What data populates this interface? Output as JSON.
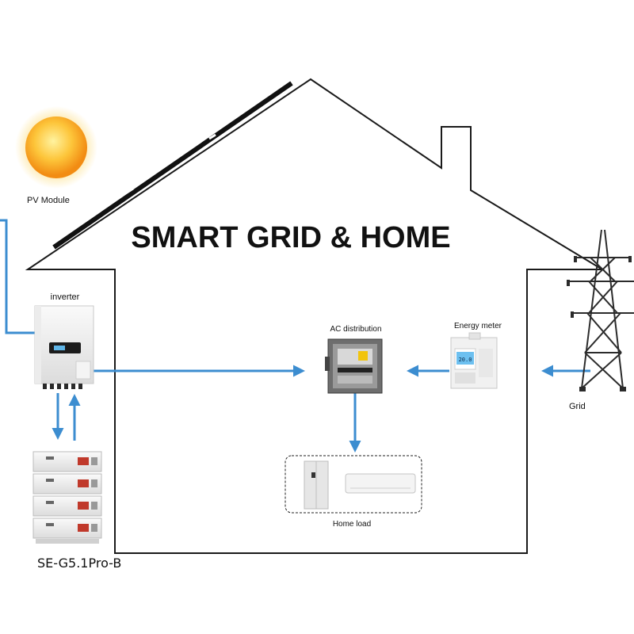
{
  "title": "SMART GRID &  HOME",
  "labels": {
    "pv_module": "PV Module",
    "inverter": "inverter",
    "ac_distribution": "AC distribution",
    "energy_meter": "Energy meter",
    "grid": "Grid",
    "home_load": "Home load",
    "battery_model": "SE-G5.1Pro-B"
  },
  "meter_display": "20.0",
  "colors": {
    "flow_line": "#3c8dd0",
    "house_outline": "#1a1a1a",
    "sun_core": "#f9a81b",
    "sun_glow": "#fde08a",
    "title_text": "#111111"
  },
  "icons": [
    "sun-icon",
    "inverter-icon",
    "battery-stack-icon",
    "ac-distribution-box-icon",
    "energy-meter-icon",
    "transmission-tower-icon",
    "refrigerator-icon",
    "air-conditioner-icon",
    "solar-panel-icon"
  ]
}
